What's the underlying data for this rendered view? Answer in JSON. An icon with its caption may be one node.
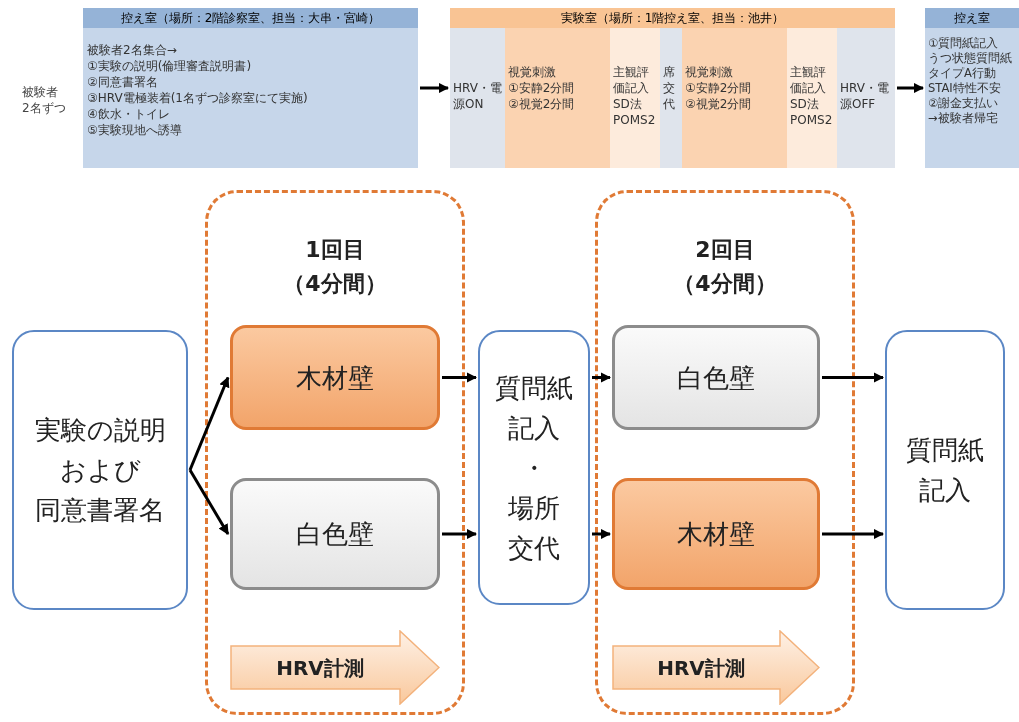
{
  "diagram": {
    "nodes": [
      {
        "text": [
          "控え室（場所：2階診察室、担当：大串・宮崎）",
          "被験者2名集合→",
          "①実験の説明(倫理審査説明書)",
          "②同意書署名",
          "③HRV電極装着(1名ずつ診察室にて実施)",
          "④飲水・トイレ",
          "⑤実験現地へ誘導"
        ],
        "beside": [
          "被験者2名ずつ"
        ]
      },
      {
        "text": [
          "実験室（場所：1階控え室、担当：池井）"
        ]
      },
      {
        "text": [
          "HRV・電源ON"
        ],
        "in": 1
      },
      {
        "text": [
          "視覚刺激",
          "①安静2分間",
          "②視覚2分間"
        ],
        "in": 1
      },
      {
        "text": [
          "主観評価記入",
          "SD法",
          "POMS2"
        ],
        "in": 1
      },
      {
        "text": [
          "席交代"
        ],
        "in": 1
      },
      {
        "text": [
          "視覚刺激",
          "①安静2分間",
          "②視覚2分間"
        ],
        "in": 1
      },
      {
        "text": [
          "主観評価記入",
          "SD法",
          "POMS2"
        ],
        "in": 1
      },
      {
        "text": [
          "HRV・電源OFF"
        ],
        "in": 1
      },
      {
        "text": [
          "控え室",
          "①質問紙記入",
          "うつ状態質問紙",
          "タイプA行動",
          "STAI特性不安",
          "②謝金支払い",
          "→被験者帰宅"
        ]
      },
      {
        "text": [
          "1回目（4分間）"
        ]
      },
      {
        "text": [
          "2回目（4分間）"
        ]
      },
      {
        "text": [
          "実験の説明および同意書署名"
        ]
      },
      {
        "text": [
          "木材壁"
        ],
        "in": 10
      },
      {
        "text": [
          "白色壁"
        ],
        "in": 10
      },
      {
        "text": [
          "HRV計測"
        ],
        "in": 10
      },
      {
        "text": [
          "質問紙記入・場所交代"
        ]
      },
      {
        "text": [
          "白色壁"
        ],
        "in": 11
      },
      {
        "text": [
          "木材壁"
        ],
        "in": 11
      },
      {
        "text": [
          "HRV計測"
        ],
        "in": 11
      },
      {
        "text": [
          "質問紙記入"
        ]
      }
    ],
    "edges": [
      {
        "from": 0,
        "to": 1,
        "arrow": "to"
      },
      {
        "from": 1,
        "to": 9,
        "arrow": "to"
      },
      {
        "from": 12,
        "to": 13,
        "arrow": "to"
      },
      {
        "from": 12,
        "to": 14,
        "arrow": "to"
      },
      {
        "from": 13,
        "to": 16,
        "arrow": "to"
      },
      {
        "from": 14,
        "to": 16,
        "arrow": "to"
      },
      {
        "from": 16,
        "to": 17,
        "arrow": "to"
      },
      {
        "from": 16,
        "to": 18,
        "arrow": "to"
      },
      {
        "from": 17,
        "to": 20,
        "arrow": "to"
      },
      {
        "from": 18,
        "to": 20,
        "arrow": "to"
      }
    ]
  }
}
